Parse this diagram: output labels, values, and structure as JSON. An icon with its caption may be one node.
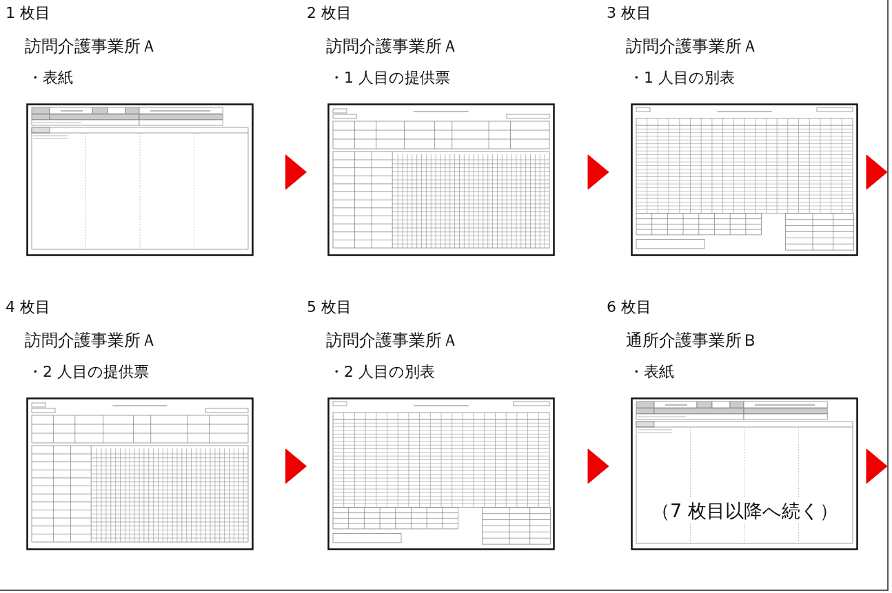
{
  "diagram": {
    "nodes": [
      {
        "text": [],
        "shape": "picture",
        "beside": [
          "1 枚目",
          "訪問介護事業所Ａ",
          "・表紙"
        ]
      },
      {
        "text": [],
        "shape": "picture",
        "beside": [
          "2 枚目",
          "訪問介護事業所Ａ",
          "・1 人目の提供票"
        ]
      },
      {
        "text": [],
        "shape": "picture",
        "beside": [
          "3 枚目",
          "訪問介護事業所Ａ",
          "・1 人目の別表"
        ]
      },
      {
        "text": [],
        "shape": "picture",
        "beside": [
          "4 枚目",
          "訪問介護事業所Ａ",
          "・2 人目の提供票"
        ]
      },
      {
        "text": [],
        "shape": "picture",
        "beside": [
          "5 枚目",
          "訪問介護事業所Ａ",
          "・2 人目の別表"
        ]
      },
      {
        "text": [
          "（7 枚目以降へ続く）"
        ],
        "beside": [
          "6 枚目",
          "通所介護事業所Ｂ",
          "・表紙"
        ]
      }
    ],
    "edges": [
      {
        "from": 0,
        "to": 1,
        "arrow": "to",
        "color": "#ee0000"
      },
      {
        "from": 1,
        "to": 2,
        "arrow": "to",
        "color": "#ee0000"
      },
      {
        "from": 2,
        "to": null,
        "arrow": "to",
        "color": "#ee0000"
      },
      {
        "from": 3,
        "to": 4,
        "arrow": "to",
        "color": "#ee0000"
      },
      {
        "from": 4,
        "to": 5,
        "arrow": "to",
        "color": "#ee0000"
      },
      {
        "from": 5,
        "to": null,
        "arrow": "to",
        "color": "#ee0000"
      }
    ]
  }
}
